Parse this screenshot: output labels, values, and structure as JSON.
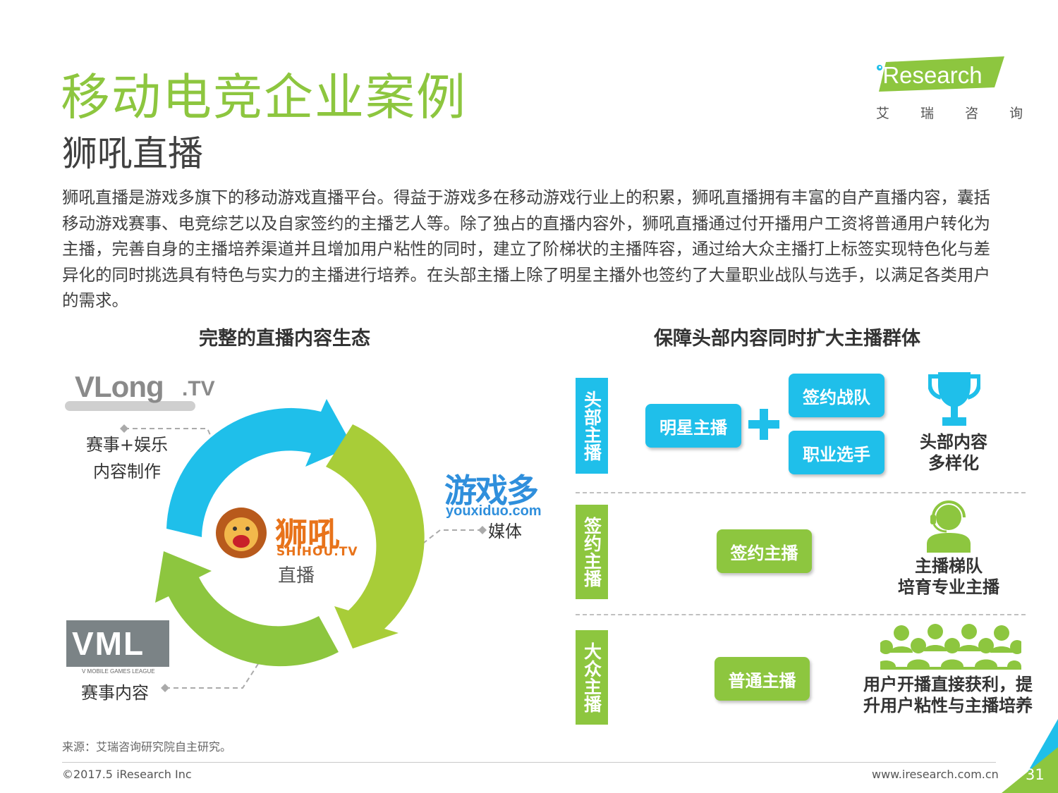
{
  "header": {
    "title": "移动电竞企业案例",
    "subtitle": "狮吼直播",
    "logo_text": "iResearch",
    "logo_cn": "艾 瑞 咨 询"
  },
  "intro": "狮吼直播是游戏多旗下的移动游戏直播平台。得益于游戏多在移动游戏行业上的积累，狮吼直播拥有丰富的自产直播内容，囊括移动游戏赛事、电竞综艺以及自家签约的主播艺人等。除了独占的直播内容外，狮吼直播通过付开播用户工资将普通用户转化为主播，完善自身的主播培养渠道并且增加用户粘性的同时，建立了阶梯状的主播阵容，通过给大众主播打上标签实现特色化与差异化的同时挑选具有特色与实力的主播进行培养。在头部主播上除了明星主播外也签约了大量职业战队与选手，以满足各类用户的需求。",
  "left_section": {
    "heading": "完整的直播内容生态",
    "vlong": {
      "logo_main": "VLong",
      "logo_suffix": ".TV",
      "caption_line1": "赛事+娱乐",
      "caption_line2": "内容制作"
    },
    "center": {
      "logo_cn": "狮吼",
      "logo_en": "SHIHOU.TV",
      "label": "直播"
    },
    "youxiduo": {
      "logo_cn": "游戏多",
      "logo_url": "youxiduo.com",
      "caption": "媒体"
    },
    "vml": {
      "logo_text": "VML",
      "logo_sub": "V MOBILE GAMES LEAGUE",
      "caption": "赛事内容"
    }
  },
  "right_section": {
    "heading": "保障头部内容同时扩大主播群体",
    "tiers": [
      {
        "label": "头部主播",
        "main": "明星主播",
        "plus": "+",
        "sub1": "签约战队",
        "sub2": "职业选手",
        "desc_line1": "头部内容",
        "desc_line2": "多样化",
        "icon": "trophy-icon"
      },
      {
        "label": "签约主播",
        "main": "签约主播",
        "desc_line1": "主播梯队",
        "desc_line2": "培育专业主播",
        "icon": "headset-person-icon"
      },
      {
        "label": "大众主播",
        "main": "普通主播",
        "desc_line1": "用户开播直接获利，提",
        "desc_line2": "升用户粘性与主播培养",
        "icon": "crowd-icon"
      }
    ]
  },
  "footer": {
    "source": "来源：艾瑞咨询研究院自主研究。",
    "copyright": "©2017.5 iResearch Inc",
    "website": "www.iresearch.com.cn",
    "page": "31"
  },
  "colors": {
    "green": "#8dc63f",
    "blue": "#1fbfea",
    "title_green": "#8dc63f",
    "text": "#404040"
  }
}
